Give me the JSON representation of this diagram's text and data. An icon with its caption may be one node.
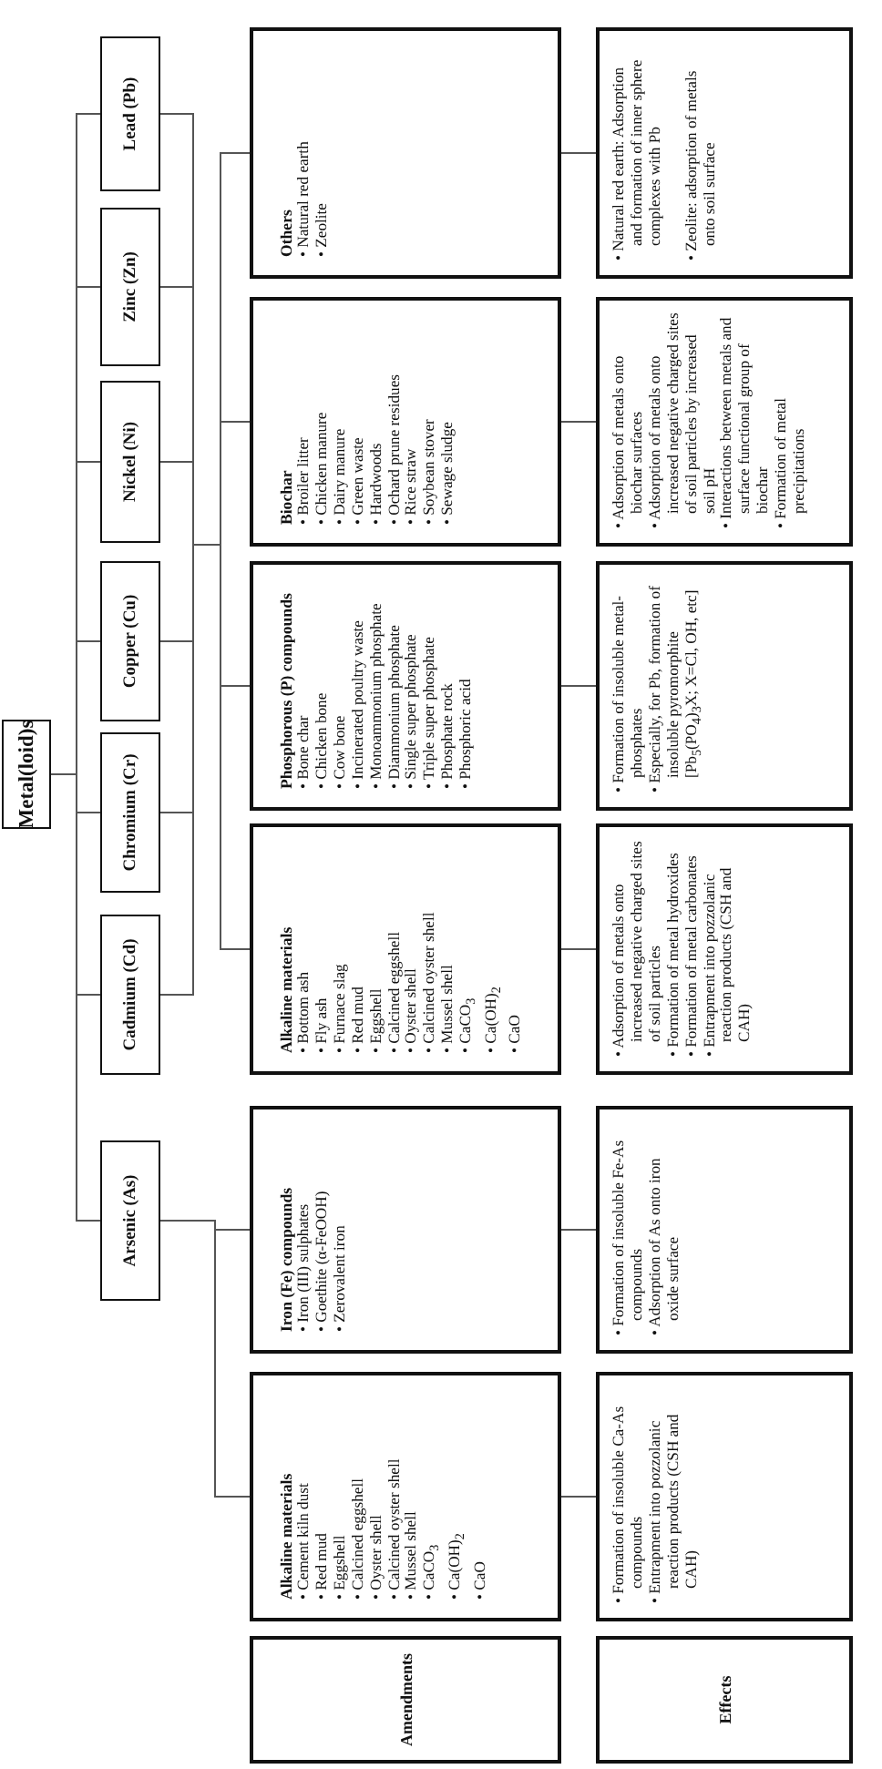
{
  "diagram": {
    "nodes": [
      {
        "text": [
          "Metal(loid)s"
        ]
      },
      {
        "text": [
          "Arsenic (As)"
        ]
      },
      {
        "text": [
          "Cadmium (Cd)"
        ]
      },
      {
        "text": [
          "Chromium (Cr)"
        ]
      },
      {
        "text": [
          "Copper (Cu)"
        ]
      },
      {
        "text": [
          "Nickel (Ni)"
        ]
      },
      {
        "text": [
          "Zinc (Zn)"
        ]
      },
      {
        "text": [
          "Lead (Pb)"
        ]
      },
      {
        "text": [
          "Amendments"
        ]
      },
      {
        "text": [
          "Alkaline materials",
          "• Cement kiln dust",
          "• Red mud",
          "• Eggshell",
          "• Calcined eggshell",
          "• Oyster shell",
          "• Calcined oyster shell",
          "• Mussel shell",
          "• CaCO$_{3}$",
          "• Ca(OH)$_{2}$",
          "• CaO"
        ]
      },
      {
        "text": [
          "Iron (Fe) compounds",
          "• Iron (III) sulphates",
          "• Goethite (α-FeOOH)",
          "• Zerovalent iron"
        ]
      },
      {
        "text": [
          "Alkaline materials",
          "• Bottom ash",
          "• Fly ash",
          "• Furnace slag",
          "• Red mud",
          "• Eggshell",
          "• Calcined eggshell",
          "• Oyster shell",
          "• Calcined oyster shell",
          "• Mussel shell",
          "• CaCO$_{3}$",
          "• Ca(OH)$_{2}$",
          "• CaO"
        ]
      },
      {
        "text": [
          "Phosphorous (P) compounds",
          "• Bone char",
          "• Chicken bone",
          "• Cow bone",
          "• Incinerated poultry waste",
          "• Monoammonium phosphate",
          "• Diammonium phosphate",
          "• Single super phosphate",
          "• Triple super phosphate",
          "• Phosphate rock",
          "• Phosphoric acid"
        ]
      },
      {
        "text": [
          "Biochar",
          "• Broiler litter",
          "• Chicken manure",
          "• Dairy manure",
          "• Green waste",
          "• Hardwoods",
          "• Ochard prune residues",
          "• Rice straw",
          "• Soybean stover",
          "• Sewage sludge"
        ]
      },
      {
        "text": [
          "Others",
          "• Natural red earth",
          "• Zeolite"
        ]
      },
      {
        "text": [
          "Effects"
        ]
      },
      {
        "text": [
          "• Formation of insoluble Ca-As compounds",
          "• Entrapment into pozzolanic reaction products (CSH and CAH)"
        ]
      },
      {
        "text": [
          "• Formation of insoluble Fe-As compounds",
          "• Adsorption of As onto iron oxide surface"
        ]
      },
      {
        "text": [
          "• Adsorption of metals onto increased negative charged sites of soil particles",
          "• Formation of metal hydroxides",
          "• Formation of metal carbonates",
          "• Entrapment into pozzolanic reaction products (CSH and CAH)"
        ]
      },
      {
        "text": [
          "• Formation of insoluble metal-phosphates",
          "• Especially, for Pb, formation of insoluble pyromorphite [Pb$_{5}$(PO$_{4}$)$_{3}$X; X=Cl, OH, etc]"
        ]
      },
      {
        "text": [
          "• Adsorption of metals onto biochar surfaces",
          "• Adsorption of metals onto increased negative charged sites of soil particles by increased soil pH",
          "• Interactions between metals and surface functional group of biochar",
          "• Formation of metal precipitations"
        ]
      },
      {
        "text": [
          "• Natural red earth: Adsorption and formation of inner sphere complexes with Pb",
          "• Zeolite: adsorption of metals onto soil surface"
        ]
      }
    ],
    "edges": [
      {
        "from": 0,
        "to": 1,
        "arrow": "none"
      },
      {
        "from": 0,
        "to": 2,
        "arrow": "none"
      },
      {
        "from": 0,
        "to": 3,
        "arrow": "none"
      },
      {
        "from": 0,
        "to": 4,
        "arrow": "none"
      },
      {
        "from": 0,
        "to": 5,
        "arrow": "none"
      },
      {
        "from": 0,
        "to": 6,
        "arrow": "none"
      },
      {
        "from": 0,
        "to": 7,
        "arrow": "none"
      },
      {
        "from": 1,
        "to": 9,
        "arrow": "none"
      },
      {
        "from": 1,
        "to": 10,
        "arrow": "none"
      },
      {
        "from": 2,
        "to": 11,
        "arrow": "none"
      },
      {
        "from": 2,
        "to": 12,
        "arrow": "none"
      },
      {
        "from": 2,
        "to": 13,
        "arrow": "none"
      },
      {
        "from": 2,
        "to": 14,
        "arrow": "none"
      },
      {
        "from": 3,
        "to": 11,
        "arrow": "none"
      },
      {
        "from": 3,
        "to": 12,
        "arrow": "none"
      },
      {
        "from": 3,
        "to": 13,
        "arrow": "none"
      },
      {
        "from": 3,
        "to": 14,
        "arrow": "none"
      },
      {
        "from": 4,
        "to": 11,
        "arrow": "none"
      },
      {
        "from": 4,
        "to": 12,
        "arrow": "none"
      },
      {
        "from": 4,
        "to": 13,
        "arrow": "none"
      },
      {
        "from": 4,
        "to": 14,
        "arrow": "none"
      },
      {
        "from": 5,
        "to": 11,
        "arrow": "none"
      },
      {
        "from": 5,
        "to": 12,
        "arrow": "none"
      },
      {
        "from": 5,
        "to": 13,
        "arrow": "none"
      },
      {
        "from": 5,
        "to": 14,
        "arrow": "none"
      },
      {
        "from": 6,
        "to": 11,
        "arrow": "none"
      },
      {
        "from": 6,
        "to": 12,
        "arrow": "none"
      },
      {
        "from": 6,
        "to": 13,
        "arrow": "none"
      },
      {
        "from": 6,
        "to": 14,
        "arrow": "none"
      },
      {
        "from": 7,
        "to": 11,
        "arrow": "none"
      },
      {
        "from": 7,
        "to": 12,
        "arrow": "none"
      },
      {
        "from": 7,
        "to": 13,
        "arrow": "none"
      },
      {
        "from": 7,
        "to": 14,
        "arrow": "none"
      },
      {
        "from": 9,
        "to": 16,
        "arrow": "none"
      },
      {
        "from": 10,
        "to": 17,
        "arrow": "none"
      },
      {
        "from": 11,
        "to": 18,
        "arrow": "none"
      },
      {
        "from": 12,
        "to": 19,
        "arrow": "none"
      },
      {
        "from": 13,
        "to": 20,
        "arrow": "none"
      },
      {
        "from": 14,
        "to": 21,
        "arrow": "none"
      }
    ]
  }
}
